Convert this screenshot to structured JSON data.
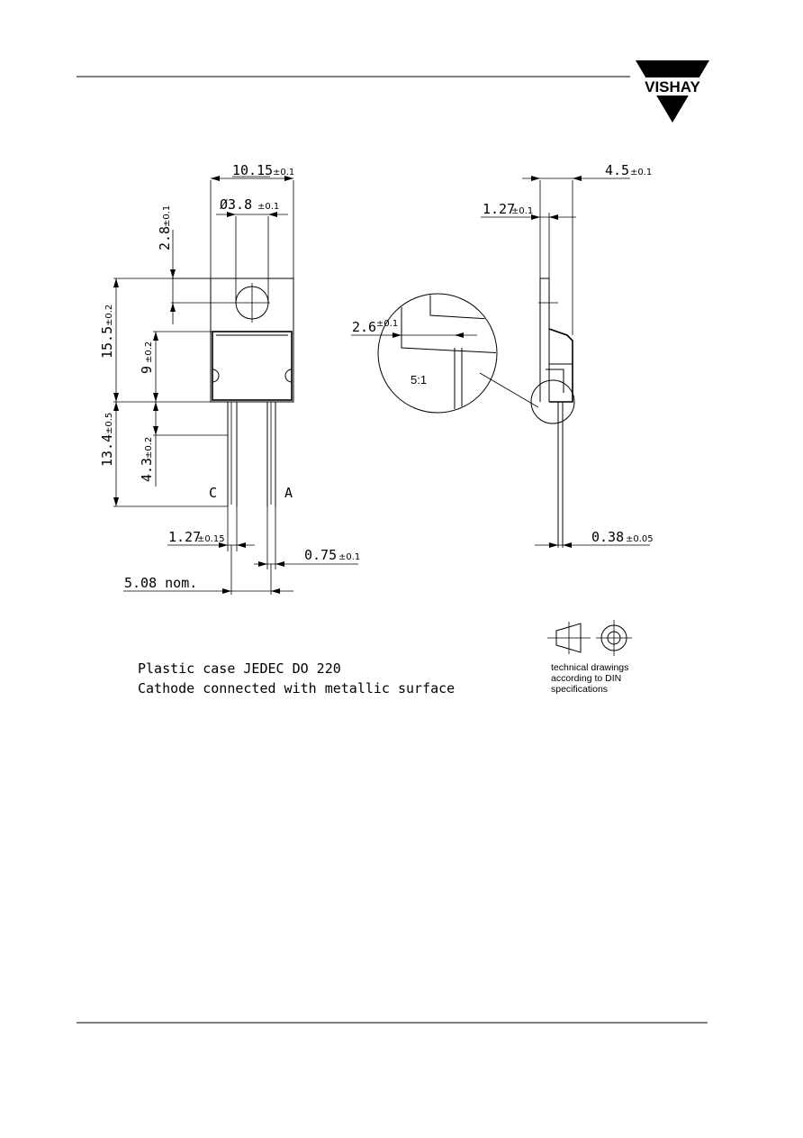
{
  "logo": {
    "text": "VISHAY"
  },
  "front_view": {
    "width": {
      "value": "10.15",
      "tol": "±0.1"
    },
    "hole": {
      "value": "Ø3.8",
      "tol": "±0.1"
    },
    "hole_offset": {
      "value": "2.8",
      "tol": "±0.1"
    },
    "body_height": {
      "value": "15.5",
      "tol": "±0.2"
    },
    "tab_height": {
      "value": "9",
      "tol": "±0.2"
    },
    "lead_length": {
      "value": "13.4",
      "tol": "±0.5"
    },
    "lead_wide": {
      "value": "4.3",
      "tol": "±0.2"
    },
    "lead_width": {
      "value": "1.27",
      "tol": "±0.15"
    },
    "lead_thickness": {
      "value": "0.75",
      "tol": "±0.1"
    },
    "pitch": {
      "value": "5.08 nom."
    },
    "pin_c": "C",
    "pin_a": "A"
  },
  "side_view": {
    "thickness": {
      "value": "4.5",
      "tol": "±0.1"
    },
    "tab_thickness": {
      "value": "1.27",
      "tol": "±0.1"
    },
    "lead_thickness": {
      "value": "0.38",
      "tol": "±0.05"
    },
    "detail_dim": {
      "value": "2.6",
      "tol": "±0.1"
    },
    "detail_scale": "5:1"
  },
  "notes": {
    "line1": "Plastic case JEDEC DO 220",
    "line2": "Cathode connected with metallic surface"
  },
  "din_note": {
    "line1": "technical drawings",
    "line2": "according to DIN",
    "line3": "specifications"
  }
}
